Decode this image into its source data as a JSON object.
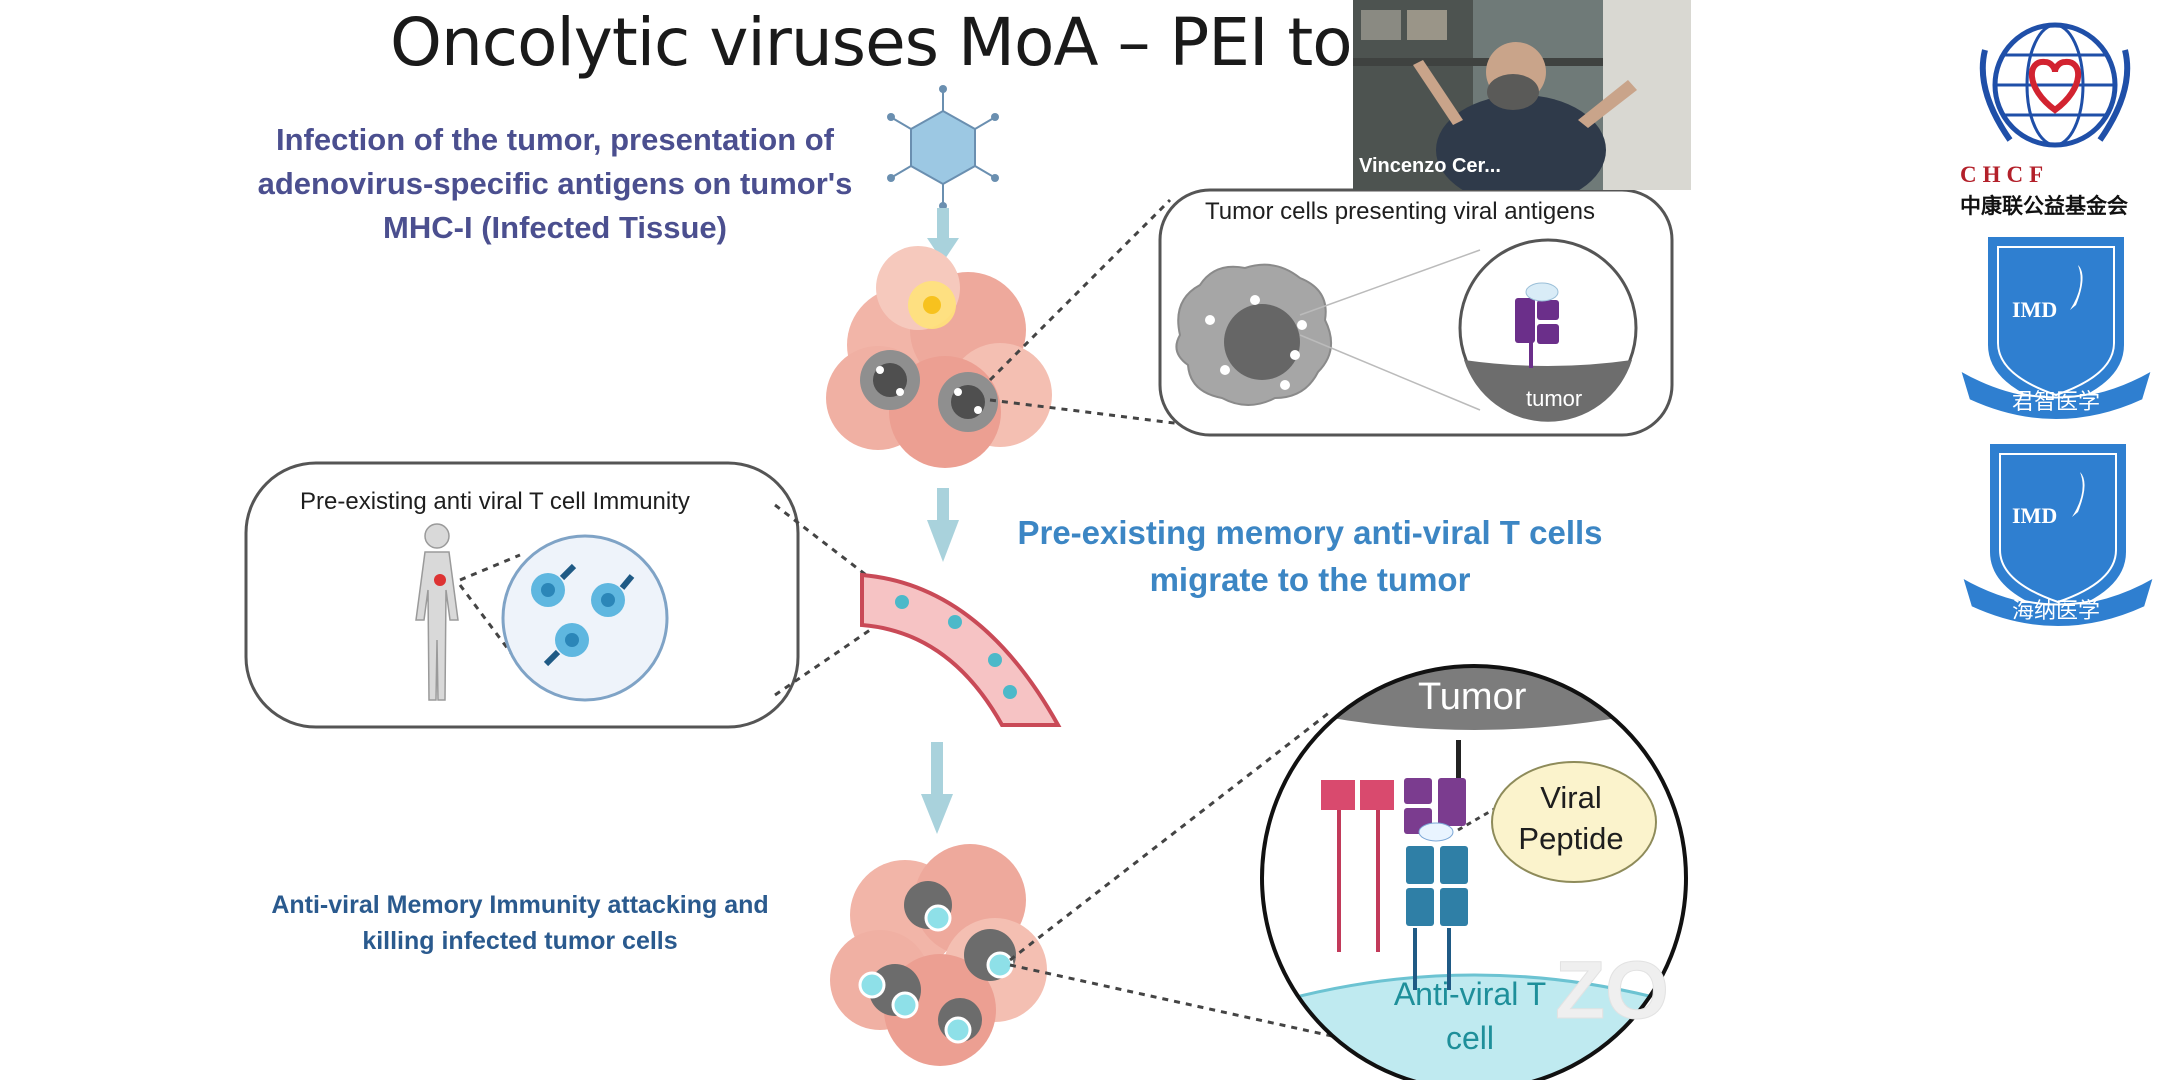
{
  "slide": {
    "title": "Oncolytic viruses MoA – PEI to th",
    "caption_infection": "Infection of the tumor, presentation of adenovirus-specific antigens on tumor's MHC-I (Infected Tissue)",
    "caption_memory": "Pre-existing memory anti-viral T cells migrate to the tumor",
    "caption_attack": "Anti-viral Memory Immunity attacking and killing infected tumor cells",
    "label_tumor_cells": "Tumor cells presenting viral antigens",
    "label_tumor_small": "tumor",
    "label_preexisting": "Pre-existing anti viral T cell Immunity",
    "label_tumor_big": "Tumor",
    "label_viral_peptide": "Viral Peptide",
    "label_anti_viral": "Anti-viral T cell"
  },
  "video": {
    "participant_name": "Vincenzo Cer..."
  },
  "sponsors": {
    "chcf_text": "CHCF",
    "chcf_cn": "中康联公益基金会",
    "badge1_label": "IMD",
    "badge1_cn": "君智医学",
    "badge2_label": "IMD",
    "badge2_cn": "海纳医学"
  },
  "colors": {
    "caption_purple": "#4b4f8f",
    "caption_blue": "#3c86c4",
    "caption_navy": "#2a5a8e",
    "badge_blue": "#2f7fd0",
    "chcf_red": "#b3202a"
  }
}
